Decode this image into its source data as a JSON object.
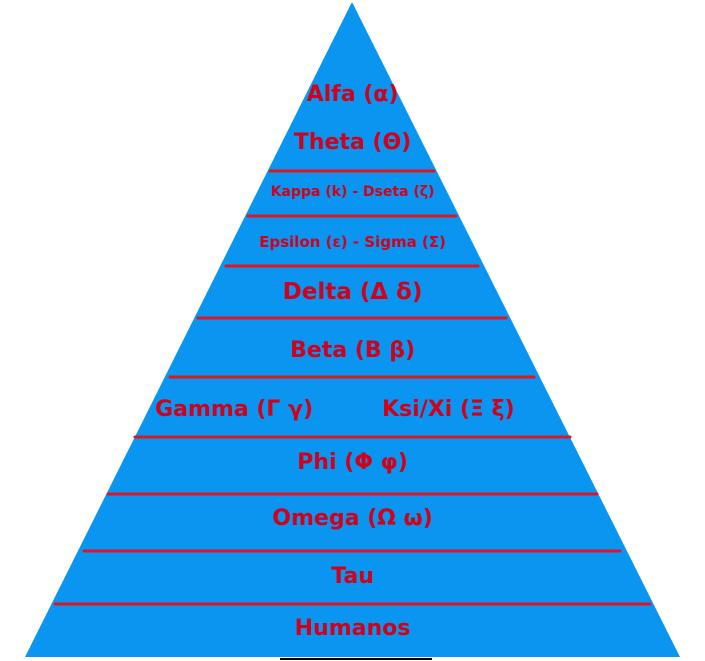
{
  "diagram": {
    "colors": {
      "fill": "#0a96f0",
      "divider": "#e0151f",
      "text": "#d0021b"
    },
    "tiers": {
      "alfa": "Alfa (α)",
      "theta": "Theta (Θ)",
      "kappa_dseta": "Kappa (k) - Dseta (ζ)",
      "epsilon_sigma": "Epsilon (ε) - Sigma (Σ)",
      "delta": "Delta (Δ δ)",
      "beta": "Beta (B β)",
      "gamma": "Gamma (Γ γ)",
      "ksi_xi": "Ksi/Xi (Ξ ξ)",
      "phi": "Phi (Φ φ)",
      "omega": "Omega (Ω ω)",
      "tau": "Tau",
      "humanos": "Humanos"
    }
  }
}
